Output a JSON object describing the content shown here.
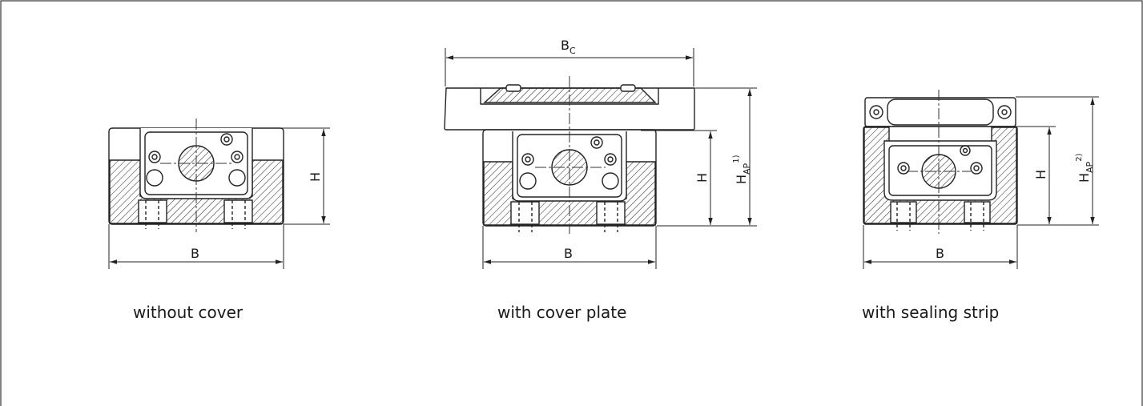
{
  "captions": {
    "without_cover": "without cover",
    "with_cover_plate": "with cover plate",
    "with_sealing_strip": "with sealing strip"
  },
  "dimensions": {
    "width": "B",
    "height": "H",
    "cover_width": {
      "base": "B",
      "sub": "C"
    },
    "height_cover_plate": {
      "base": "H",
      "sub": "AP",
      "sup": "1)"
    },
    "height_sealing_strip": {
      "base": "H",
      "sub": "AP",
      "sup": "2)"
    }
  }
}
